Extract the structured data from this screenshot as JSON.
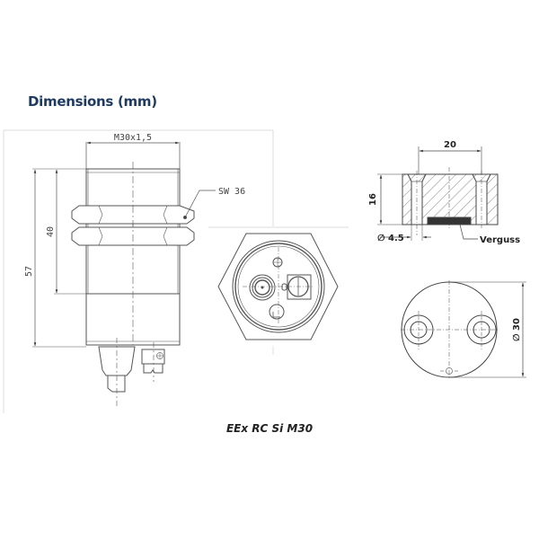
{
  "header": {
    "title": "Dimensions (mm)"
  },
  "caption": "EEx RC Si M30",
  "side_view": {
    "thread_label": "M30x1,5",
    "wrench_label": "SW 36",
    "length_label_40": "40",
    "length_label_57": "57"
  },
  "end_view": {},
  "magnet_section": {
    "width_label": "20",
    "height_label": "16",
    "hole_label": "∅ 4.5",
    "potting_label": "Verguss"
  },
  "magnet_top": {
    "diameter_label": "∅ 30"
  },
  "colors": {
    "title": "#1f3a5f",
    "line": "#555555",
    "frame": "#dddddd",
    "potting": "#333333"
  }
}
